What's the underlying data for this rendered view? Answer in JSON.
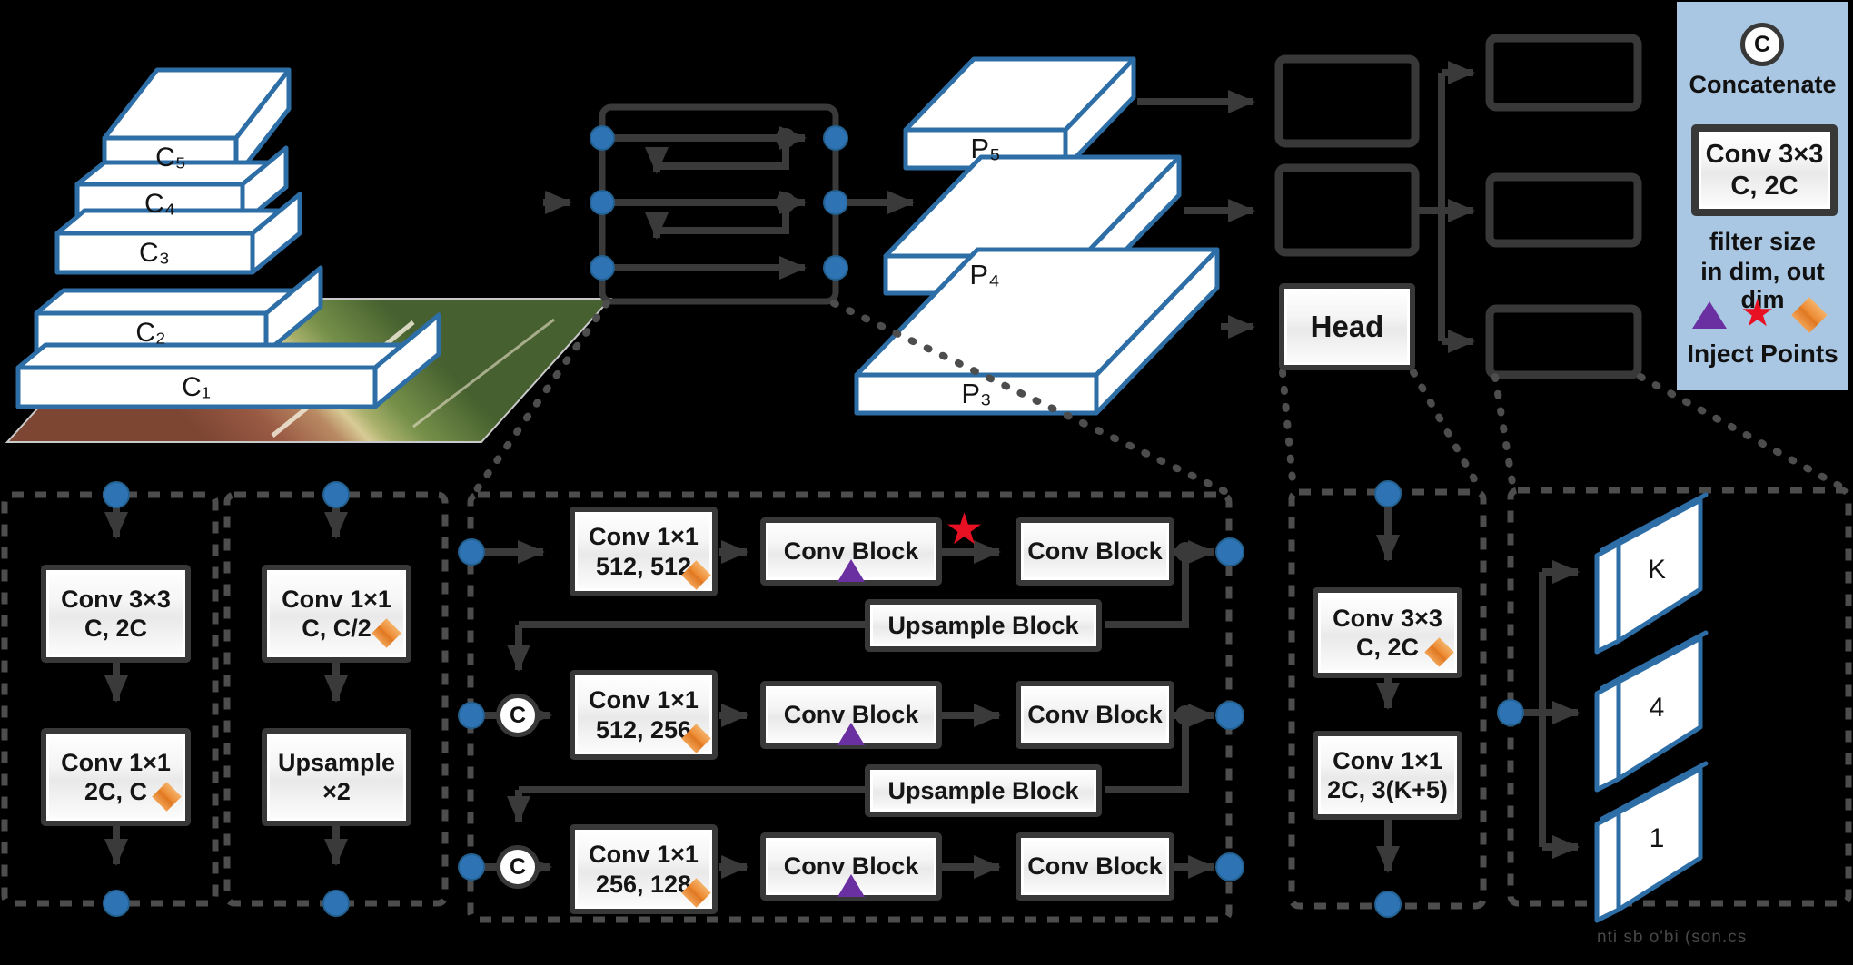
{
  "backbone": {
    "layers": [
      {
        "label": "C₅"
      },
      {
        "label": "C₄"
      },
      {
        "label": "C₃"
      },
      {
        "label": "C₂"
      },
      {
        "label": "C₁"
      }
    ]
  },
  "neck_outputs": [
    {
      "label": "P₅"
    },
    {
      "label": "P₄"
    },
    {
      "label": "P₃"
    }
  ],
  "head": {
    "label": "Head"
  },
  "neck_detail": {
    "row1": {
      "conv_l1": "Conv 1×1",
      "conv_l2": "512, 512",
      "block1": "Conv Block",
      "block2": "Conv Block"
    },
    "upsample1": "Upsample Block",
    "row2": {
      "concat": "C",
      "conv_l1": "Conv 1×1",
      "conv_l2": "512, 256",
      "block1": "Conv Block",
      "block2": "Conv Block"
    },
    "upsample2": "Upsample Block",
    "row3": {
      "concat": "C",
      "conv_l1": "Conv 1×1",
      "conv_l2": "256, 128",
      "block1": "Conv Block",
      "block2": "Conv Block"
    }
  },
  "conv_block_def": {
    "box1_l1": "Conv 3×3",
    "box1_l2": "C, 2C",
    "box2_l1": "Conv 1×1",
    "box2_l2": "2C, C"
  },
  "upsample_block_def": {
    "box1_l1": "Conv 1×1",
    "box1_l2": "C, C/2",
    "box2_l1": "Upsample",
    "box2_l2": "×2"
  },
  "head_detail": {
    "box1_l1": "Conv 3×3",
    "box1_l2": "C, 2C",
    "box2_l1": "Conv 1×1",
    "box2_l2": "2C, 3(K+5)"
  },
  "outputs": {
    "slabs": [
      {
        "label": "K"
      },
      {
        "label": "4"
      },
      {
        "label": "1"
      }
    ]
  },
  "legend": {
    "concat_symbol": "C",
    "concat_label": "Concatenate",
    "box_l1": "Conv 3×3",
    "box_l2": "C, 2C",
    "caption1": "filter size",
    "caption2": "in dim, out dim",
    "inject_label": "Inject Points"
  },
  "caption": "nti sb o'bi (son.cs",
  "colors": {
    "slab_border": "#2e6ea6",
    "dot_fill": "#2e74b5",
    "line": "#3a3a3a",
    "legend_bg": "#a9c6e2",
    "inject_triangle": "#6a2fa0",
    "inject_star": "#e81123",
    "inject_diamond": "#ed8b33"
  }
}
